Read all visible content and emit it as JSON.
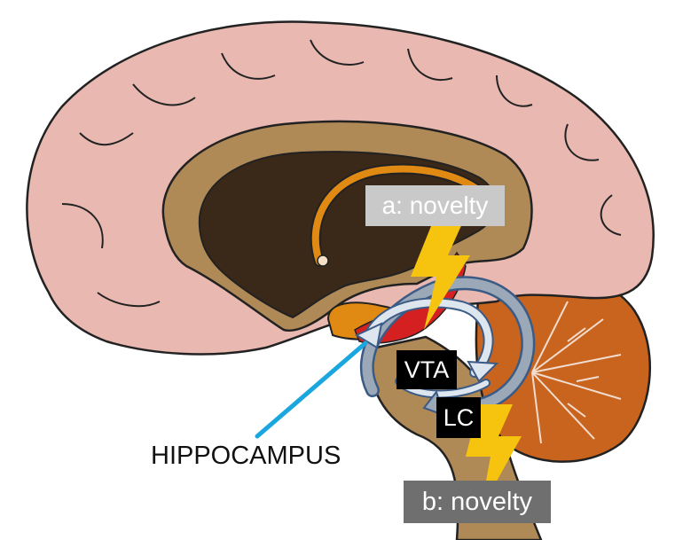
{
  "labels": {
    "novelty_a": "a: novelty",
    "novelty_b": "b: novelty",
    "vta": "VTA",
    "lc": "LC",
    "hippocampus": "HIPPOCAMPUS"
  },
  "colors": {
    "cortex": "#e8b8b1",
    "corpus_callosum": "#b08a56",
    "ventricle": "#3a2818",
    "fornix": "#e08a14",
    "cerebellum": "#c8641e",
    "brainstem": "#b08a56",
    "lightning": "#f6c40f",
    "hippocampus_pointer": "#1aa6de",
    "arrows": "#9aa8b8",
    "vta_highlight": "#d42020"
  }
}
